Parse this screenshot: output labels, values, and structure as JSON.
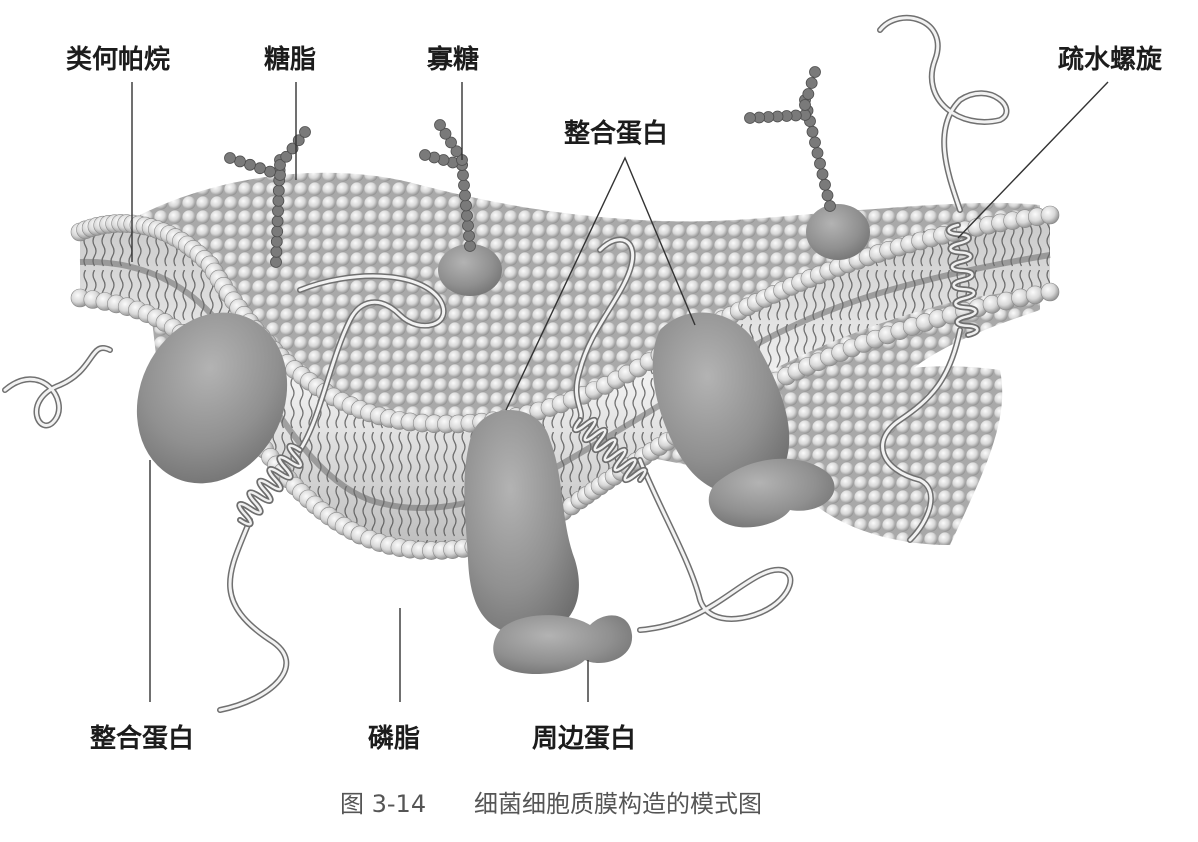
{
  "labels": {
    "hopanoid": "类何帕烷",
    "glycolipid": "糖脂",
    "oligosaccharide": "寡糖",
    "integral_protein_top": "整合蛋白",
    "hydrophobic_helix": "疏水螺旋",
    "integral_protein_bottom": "整合蛋白",
    "phospholipid": "磷脂",
    "peripheral_protein": "周边蛋白"
  },
  "caption": {
    "figure_number": "图 3-14",
    "title": "细菌细胞质膜构造的模式图"
  },
  "colors": {
    "bead_light": "#f2f2f2",
    "bead_dark": "#8a8a8a",
    "protein": "#8c8c8c",
    "protein_highlight": "#b0b0b0",
    "tail": "#444444",
    "leader_line": "#333333",
    "chain_bead": "#7a7a7a"
  }
}
